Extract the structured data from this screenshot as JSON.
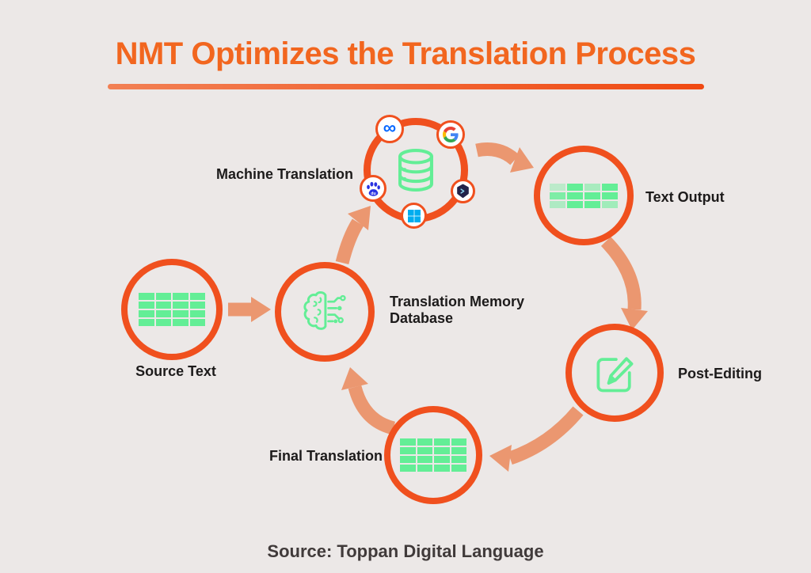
{
  "title": "NMT Optimizes the Translation Process",
  "footer": "Source: Toppan Digital Language",
  "colors": {
    "bg": "#ECE8E7",
    "accent": "#F0501E",
    "title": "#F2661F",
    "arrow": "#EB9770",
    "green": "#63EE96",
    "text": "#1D1B1B",
    "footer": "#403A3A",
    "meta_blue": "#0868FF",
    "windows_blue": "#00ADEF",
    "baidu_blue": "#2932E1",
    "dark_logo": "#232349"
  },
  "nodes": {
    "source_text": {
      "label": "Source Text",
      "icon": "table-solid-icon"
    },
    "translation_memory": {
      "label": "Translation Memory Database",
      "icon": "ai-brain-icon"
    },
    "machine_translation": {
      "label": "Machine Translation",
      "icon": "database-icon",
      "providers": [
        "Meta",
        "Google",
        "Baidu",
        "Microsoft Windows",
        "Translator"
      ]
    },
    "text_output": {
      "label": "Text Output",
      "icon": "table-mixed-icon"
    },
    "post_editing": {
      "label": "Post-Editing",
      "icon": "edit-pencil-icon"
    },
    "final_translation": {
      "label": "Final Translation",
      "icon": "table-solid-icon"
    }
  },
  "icons": {
    "table_solid": {
      "rows": 4,
      "cols": 4,
      "opacities": [
        [
          1,
          1,
          1,
          1
        ],
        [
          1,
          1,
          1,
          1
        ],
        [
          1,
          1,
          1,
          1
        ],
        [
          1,
          1,
          1,
          1
        ]
      ]
    },
    "table_mixed": {
      "rows": 3,
      "cols": 4,
      "opacities": [
        [
          0.35,
          1,
          0.5,
          1
        ],
        [
          0.8,
          1,
          1,
          1
        ],
        [
          0.45,
          1,
          1,
          0.55
        ]
      ]
    }
  }
}
